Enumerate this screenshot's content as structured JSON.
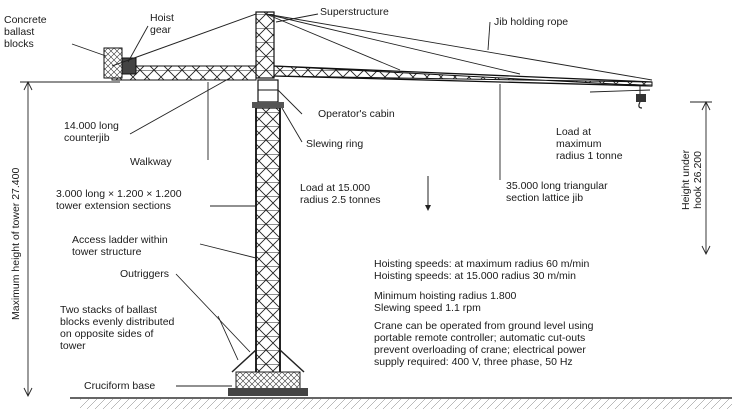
{
  "labels": {
    "concrete_ballast": "Concrete\nballast\nblocks",
    "hoist_gear": "Hoist\ngear",
    "superstructure": "Superstructure",
    "jib_holding_rope": "Jib holding rope",
    "operators_cabin": "Operator's cabin",
    "counterjib": "14.000 long\ncounterjib",
    "slewing_ring": "Slewing ring",
    "load_max_radius": "Load at\nmaximum\nradius 1 tonne",
    "walkway": "Walkway",
    "tower_sections": "3.000 long × 1.200 × 1.200\ntower extension sections",
    "load_15000": "Load at 15.000\nradius 2.5 tonnes",
    "triangular_jib": "35.000 long triangular\nsection lattice jib",
    "access_ladder": "Access ladder within\ntower structure",
    "outriggers": "Outriggers",
    "ballast_stacks": "Two stacks of ballast\nblocks evenly distributed\non opposite sides of\ntower",
    "cruciform_base": "Cruciform base",
    "max_height": "Maximum height of tower 27.400",
    "height_under_hook": "Height under\nhook 26.200"
  },
  "specs": {
    "hoist_speed_max": "Hoisting speeds: at maximum radius 60 m/min\nHoisting speeds: at 15.000 radius 30 m/min",
    "min_radius": "Minimum hoisting radius 1.800\nSlewing speed 1.1 rpm",
    "operation": "Crane can be operated from ground level using\nportable remote controller; automatic cut-outs\nprevent overloading of crane; electrical power\nsupply required: 400 V, three phase, 50 Hz"
  }
}
